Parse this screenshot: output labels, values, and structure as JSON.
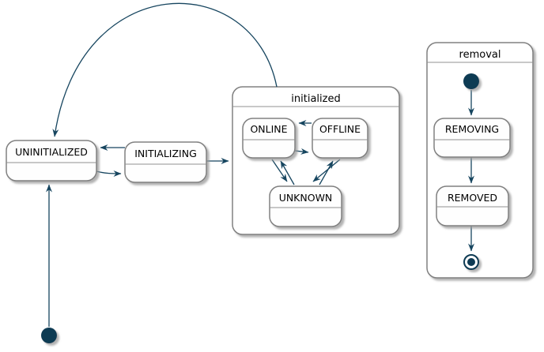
{
  "diagram_type": "state-machine",
  "colors": {
    "background": "#FFFFFF",
    "arrow": "#16455F",
    "state_fill": "#FEFEFE",
    "state_border": "#808080",
    "divider": "#909090",
    "text": "#000000",
    "initial_final_dot": "#0E3A53",
    "shadow": "#999999"
  },
  "states": {
    "uninitialized": {
      "label": "UNINITIALIZED"
    },
    "initializing": {
      "label": "INITIALIZING"
    },
    "online": {
      "label": "ONLINE"
    },
    "offline": {
      "label": "OFFLINE"
    },
    "unknown": {
      "label": "UNKNOWN"
    },
    "removing": {
      "label": "REMOVING"
    },
    "removed": {
      "label": "REMOVED"
    }
  },
  "composites": {
    "initialized": {
      "label": "initialized"
    },
    "removal": {
      "label": "removal"
    }
  },
  "pseudo_states": {
    "main_initial": "initial-state-dot",
    "removal_initial": "initial-state-dot",
    "removal_final": "final-state-dot"
  },
  "transitions": [
    {
      "from": "initial",
      "to": "UNINITIALIZED"
    },
    {
      "from": "initialized",
      "to": "UNINITIALIZED"
    },
    {
      "from": "INITIALIZING",
      "to": "UNINITIALIZED"
    },
    {
      "from": "UNINITIALIZED",
      "to": "INITIALIZING"
    },
    {
      "from": "INITIALIZING",
      "to": "initialized"
    },
    {
      "from": "OFFLINE",
      "to": "ONLINE"
    },
    {
      "from": "ONLINE",
      "to": "OFFLINE"
    },
    {
      "from": "ONLINE",
      "to": "UNKNOWN"
    },
    {
      "from": "UNKNOWN",
      "to": "ONLINE"
    },
    {
      "from": "UNKNOWN",
      "to": "OFFLINE"
    },
    {
      "from": "OFFLINE",
      "to": "UNKNOWN"
    },
    {
      "from": "removal.initial",
      "to": "REMOVING"
    },
    {
      "from": "REMOVING",
      "to": "REMOVED"
    },
    {
      "from": "REMOVED",
      "to": "removal.final"
    }
  ]
}
